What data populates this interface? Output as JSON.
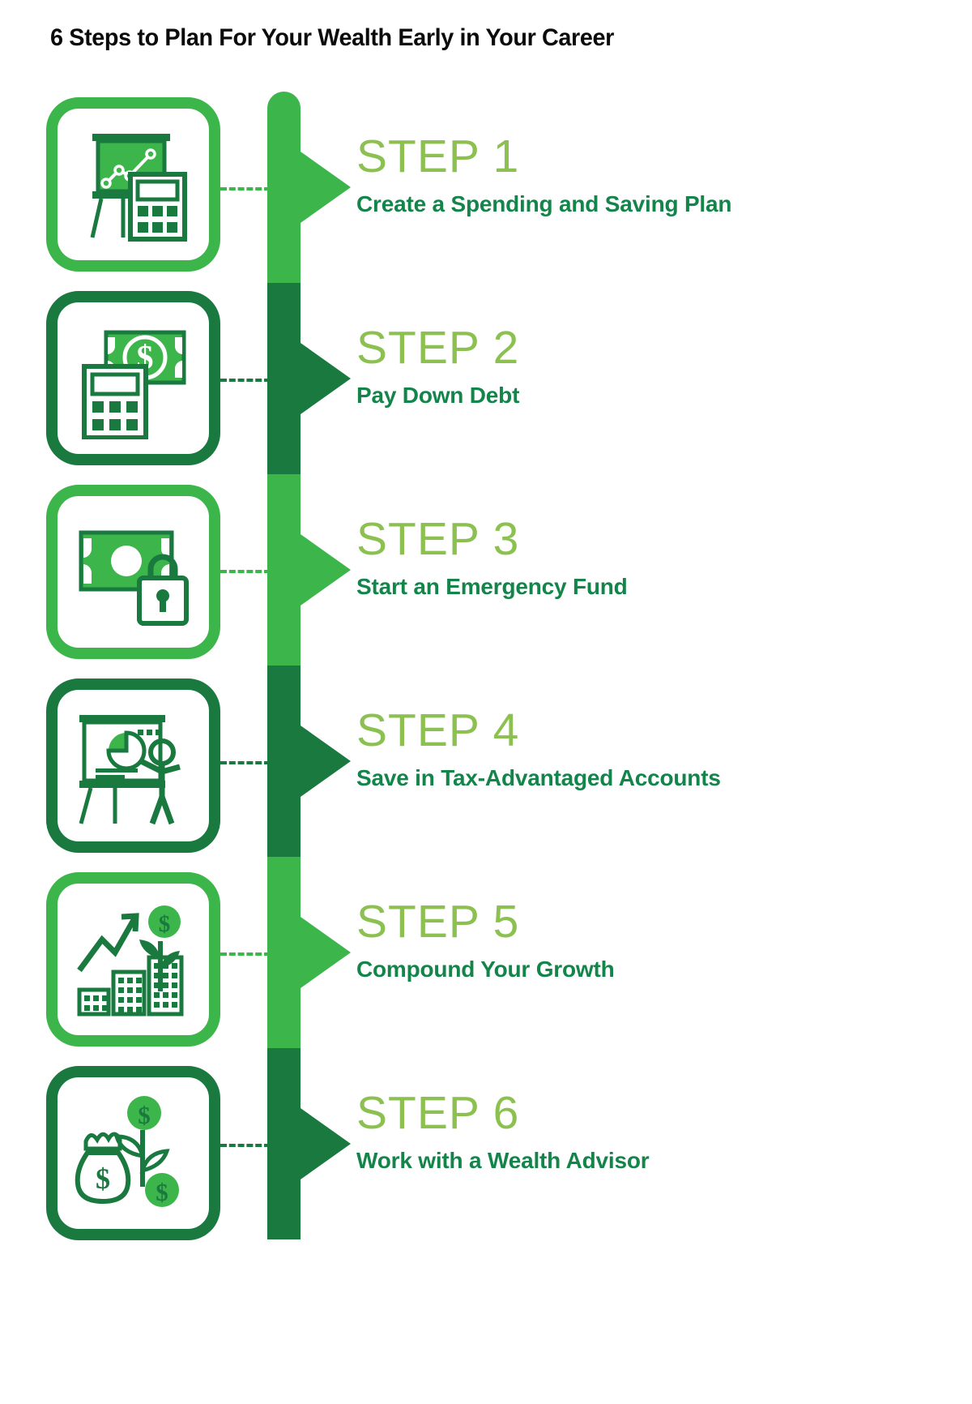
{
  "header": {
    "title": "6 Steps to Plan For Your Wealth Early in Your Career"
  },
  "colors": {
    "bright_green": "#3cb54a",
    "dark_green": "#19793f",
    "light_green_label": "#8cc152",
    "desc_green": "#13844a",
    "title_black": "#0b0b0b",
    "background": "#ffffff"
  },
  "steps": [
    {
      "label": "STEP 1",
      "desc": "Create a Spending and Saving Plan",
      "accent": "#3cb54a",
      "icon": "presentation-chart-calculator-icon"
    },
    {
      "label": "STEP 2",
      "desc": "Pay Down Debt",
      "accent": "#19793f",
      "icon": "dollar-bill-calculator-icon"
    },
    {
      "label": "STEP 3",
      "desc": "Start an Emergency Fund",
      "accent": "#3cb54a",
      "icon": "dollar-bill-padlock-icon"
    },
    {
      "label": "STEP 4",
      "desc": "Save in Tax-Advantaged Accounts",
      "accent": "#19793f",
      "icon": "presenter-pie-chart-icon"
    },
    {
      "label": "STEP 5",
      "desc": "Compound Your Growth",
      "accent": "#3cb54a",
      "icon": "growth-arrow-plant-bars-icon"
    },
    {
      "label": "STEP 6",
      "desc": "Work with a Wealth Advisor",
      "accent": "#19793f",
      "icon": "money-bag-plant-coins-icon"
    }
  ]
}
